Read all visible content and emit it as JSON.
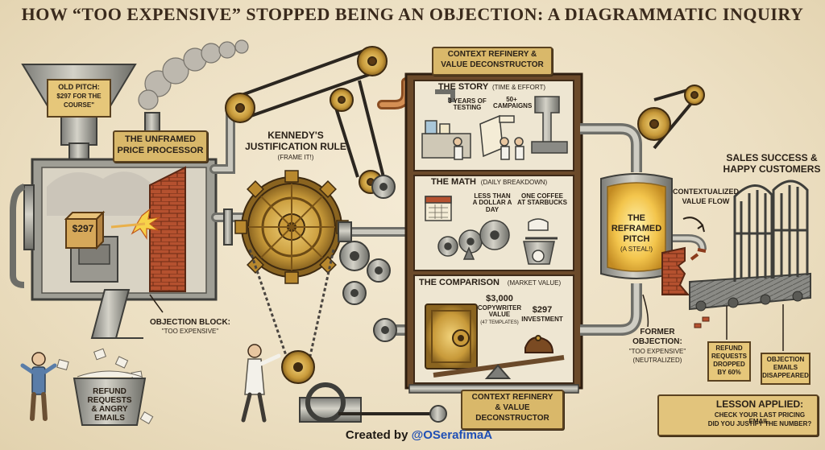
{
  "title": "HOW “TOO EXPENSIVE” STOPPED BEING AN OBJECTION: A DIAGRAMMATIC INQUIRY",
  "old_pitch": {
    "line1": "OLD PITCH:",
    "line2": "$297 FOR THE",
    "line3": "COURSE\""
  },
  "processor": {
    "line1": "THE UNFRAMED",
    "line2": "PRICE PROCESSOR"
  },
  "price_box": "$297",
  "objection_block": {
    "line1": "OBJECTION BLOCK:",
    "line2": "\"TOO EXPENSIVE\""
  },
  "refund_bin": {
    "line1": "REFUND",
    "line2": "REQUESTS",
    "line3": "& ANGRY",
    "line4": "EMAILS"
  },
  "kennedy": {
    "line1": "KENNEDY'S",
    "line2": "JUSTIFICATION RULE",
    "line3": "(FRAME IT!)"
  },
  "refinery_top": {
    "line1": "CONTEXT REFINERY &",
    "line2": "VALUE DECONSTRUCTOR"
  },
  "story": {
    "heading": "THE STORY",
    "sub": "(TIME & EFFORT)",
    "years": "3 YEARS OF TESTING",
    "campaigns": "50+ CAMPAIGNS"
  },
  "math": {
    "heading": "THE MATH",
    "sub": "(DAILY BREAKDOWN)",
    "dollar": "LESS THAN A DOLLAR A DAY",
    "coffee": "ONE COFFEE AT STARBUCKS"
  },
  "comparison": {
    "heading": "THE COMPARISON",
    "sub": "(MARKET VALUE)",
    "copy_value": "$3,000",
    "copy_desc": "COPYWRITER VALUE",
    "copy_note": "(47 TEMPLATES)",
    "invest_value": "$297",
    "invest_desc": "INVESTMENT"
  },
  "refinery_bottom": {
    "line1": "CONTEXT REFINERY",
    "line2": "& VALUE",
    "line3": "DECONSTRUCTOR"
  },
  "reframed": {
    "line1": "THE",
    "line2": "REFRAMED",
    "line3": "PITCH",
    "line4": "(A STEAL!)"
  },
  "flow": {
    "line1": "CONTEXTUALIZED",
    "line2": "VALUE FLOW"
  },
  "sales": {
    "line1": "SALES SUCCESS &",
    "line2": "HAPPY CUSTOMERS"
  },
  "former": {
    "line1": "FORMER",
    "line2": "OBJECTION:",
    "line3": "\"TOO EXPENSIVE\"",
    "line4": "(NEUTRALIZED)"
  },
  "refund_drop": {
    "line1": "REFUND",
    "line2": "REQUESTS",
    "line3": "DROPPED",
    "line4": "BY 60%"
  },
  "emails_gone": {
    "line1": "OBJECTION",
    "line2": "EMAILS",
    "line3": "DISAPPEARED"
  },
  "lesson": {
    "heading": "LESSON APPLIED:",
    "line1": "CHECK YOUR LAST PRICING EMAIL.",
    "line2": "DID YOU JUSTIFY THE NUMBER?"
  },
  "credit": {
    "prefix": "Created by",
    "handle": "@OSerafimaA"
  }
}
